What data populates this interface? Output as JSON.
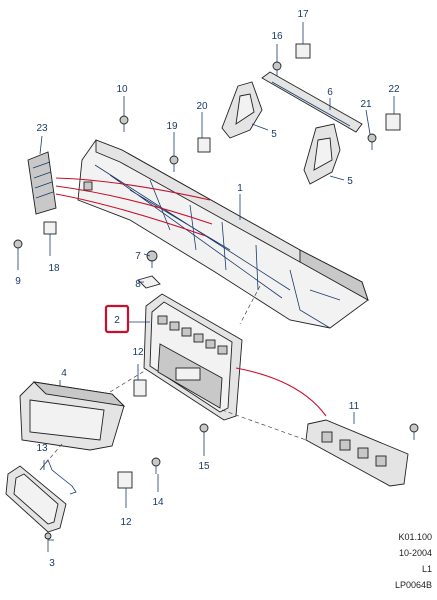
{
  "callouts": {
    "c1": "1",
    "c2": "2",
    "c3": "3",
    "c4": "4",
    "c5a": "5",
    "c5b": "5",
    "c6": "6",
    "c7": "7",
    "c8": "8",
    "c9": "9",
    "c10": "10",
    "c11": "11",
    "c12a": "12",
    "c12b": "12",
    "c13": "13",
    "c14": "14",
    "c15": "15",
    "c16": "16",
    "c17": "17",
    "c18": "18",
    "c19": "19",
    "c20": "20",
    "c21": "21",
    "c22": "22",
    "c23": "23"
  },
  "footer": {
    "ref": "K01.100",
    "date": "10-2004",
    "level": "L1",
    "code": "LP0064B"
  },
  "colors": {
    "callout_text": "#1a3a6b",
    "highlight_box": "#c8102e",
    "harness_lines": "#c8102e"
  }
}
